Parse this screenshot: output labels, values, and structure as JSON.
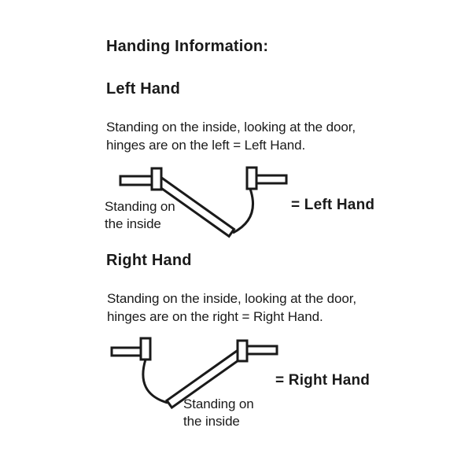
{
  "title": "Handing Information:",
  "colors": {
    "ink": "#1a1a1a",
    "paper": "#ffffff"
  },
  "sections": [
    {
      "id": "left-hand",
      "heading": "Left Hand",
      "description": [
        "Standing on the inside, looking at the door,",
        "hinges are on the left = Left Hand."
      ],
      "diagram": {
        "inside_label": [
          "Standing on",
          "the inside"
        ],
        "result_label": "= Left Hand"
      }
    },
    {
      "id": "right-hand",
      "heading": "Right Hand",
      "description": [
        "Standing on the inside, looking at the door,",
        "hinges are on the right = Right Hand."
      ],
      "diagram": {
        "inside_label": [
          "Standing on",
          "the inside"
        ],
        "result_label": "= Right Hand"
      }
    }
  ]
}
